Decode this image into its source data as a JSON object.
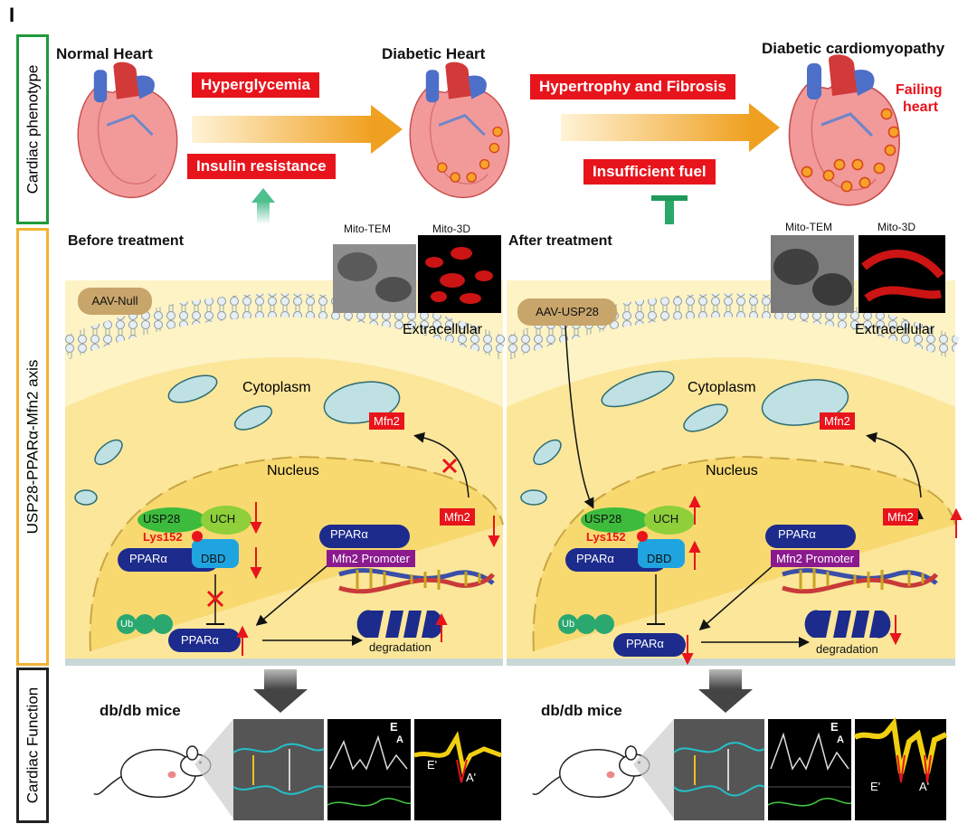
{
  "panel_letter": "I",
  "side_labels": {
    "phenotype": "Cardiac phenotype",
    "axis": "USP28-PPARα-Mfn2 axis",
    "function": "Cardiac Function"
  },
  "hearts": {
    "normal": "Normal Heart",
    "diabetic": "Diabetic Heart",
    "cardiomyopathy": "Diabetic cardiomyopathy",
    "failing_line1": "Failing",
    "failing_line2": "heart"
  },
  "labels": {
    "hyperglycemia": "Hyperglycemia",
    "insulin_resistance": "Insulin resistance",
    "hypertrophy": "Hypertrophy and Fibrosis",
    "insufficient_fuel": "Insufficient fuel"
  },
  "before": {
    "title": "Before treatment",
    "aav": "AAV-Null",
    "mito_tem": "Mito-TEM",
    "mito_3d": "Mito-3D",
    "extracellular": "Extracellular",
    "cytoplasm": "Cytoplasm",
    "nucleus": "Nucleus",
    "usp28": "USP28",
    "uch": "UCH",
    "lys": "Lys152",
    "ppara": "PPARα",
    "dbd": "DBD",
    "ub": "Ub",
    "ppara_bottom": "PPARα",
    "degradation": "degradation",
    "mfn2_mito": "Mfn2",
    "mfn2_box": "Mfn2",
    "ppara_prom": "PPARα",
    "mfn2_promoter": "Mfn2 Promoter"
  },
  "after": {
    "title": "After treatment",
    "aav": "AAV-USP28",
    "mito_tem": "Mito-TEM",
    "mito_3d": "Mito-3D",
    "extracellular": "Extracellular",
    "cytoplasm": "Cytoplasm",
    "nucleus": "Nucleus",
    "usp28": "USP28",
    "uch": "UCH",
    "lys": "Lys152",
    "ppara": "PPARα",
    "dbd": "DBD",
    "ub": "Ub",
    "ppara_bottom": "PPARα",
    "degradation": "degradation",
    "mfn2_mito": "Mfn2",
    "mfn2_box": "Mfn2",
    "ppara_prom": "PPARα",
    "mfn2_promoter": "Mfn2 Promoter"
  },
  "function": {
    "mice_left": "db/db mice",
    "mice_right": "db/db mice",
    "e_label": "E",
    "a_label": "A",
    "e_prime": "E'",
    "a_prime": "A'"
  },
  "colors": {
    "red": "#e8141c",
    "navy": "#1c2b8c",
    "green": "#3dbb3d",
    "purple": "#8b1a8f",
    "cell_yellow": "#fbe69a",
    "orange_arrow": "#f0a020"
  }
}
